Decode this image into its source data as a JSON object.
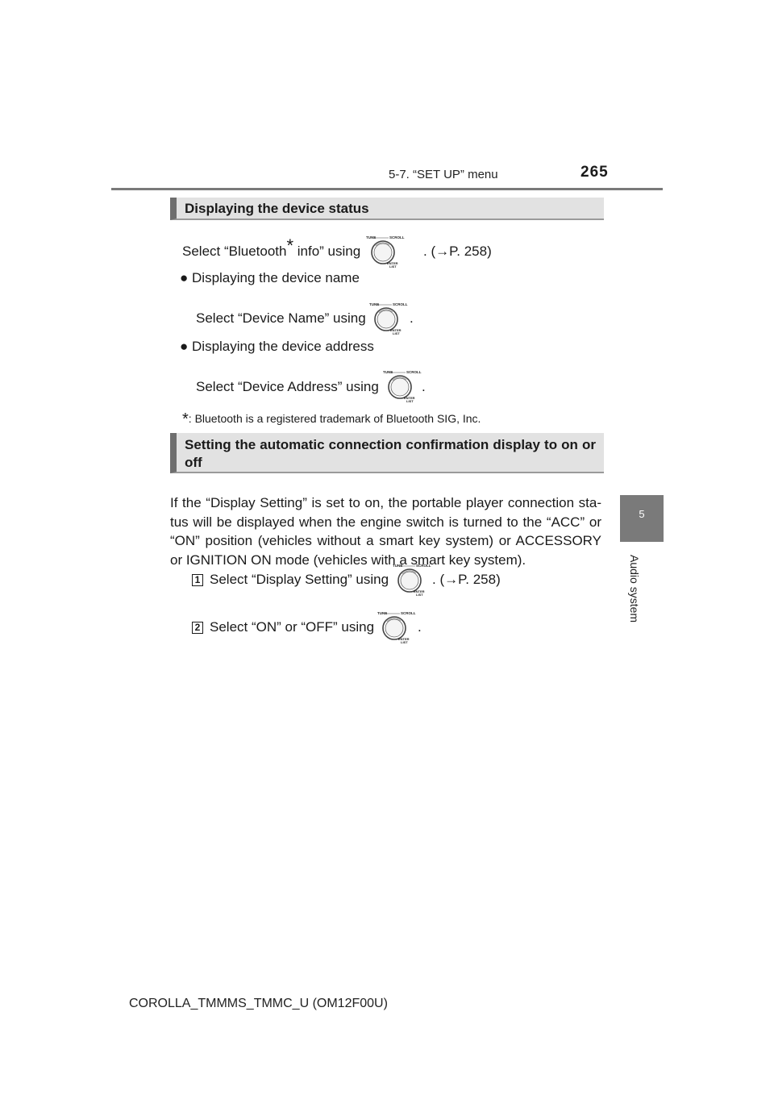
{
  "header": {
    "section": "5-7. “SET UP” menu",
    "page_number": "265"
  },
  "side_tab": {
    "number": "5",
    "label": "Audio system"
  },
  "knob_labels": {
    "top_left": "TUNE",
    "top_right": "SCROLL",
    "bottom_line1": "ENTER",
    "bottom_line2": "LIST"
  },
  "section1": {
    "heading": "Displaying the device status",
    "intro_pre": "Select “Bluetooth",
    "intro_star": "*",
    "intro_mid": " info” using",
    "intro_post": ". (→P. 258)",
    "bullets": [
      {
        "title": "Displaying the device name",
        "text": "Select “Device Name” using",
        "end": "."
      },
      {
        "title": "Displaying the device address",
        "text": "Select “Device Address” using",
        "end": "."
      }
    ],
    "footnote_star": "*",
    "footnote": ": Bluetooth is a registered trademark of Bluetooth SIG, Inc."
  },
  "section2": {
    "heading": "Setting the automatic connection confirmation display to on or off",
    "paragraph": "If the “Display Setting” is set to on, the portable player connection sta-tus will be displayed when the engine switch is turned to the “ACC” or “ON” position (vehicles without a smart key system) or ACCESSORY or IGNITION ON mode (vehicles with a smart key system).",
    "steps": [
      {
        "num": "1",
        "text": "Select “Display Setting” using",
        "end": ". (→P. 258)"
      },
      {
        "num": "2",
        "text": "Select “ON” or “OFF” using",
        "end": "."
      }
    ]
  },
  "footer": "COROLLA_TMMMS_TMMC_U (OM12F00U)"
}
